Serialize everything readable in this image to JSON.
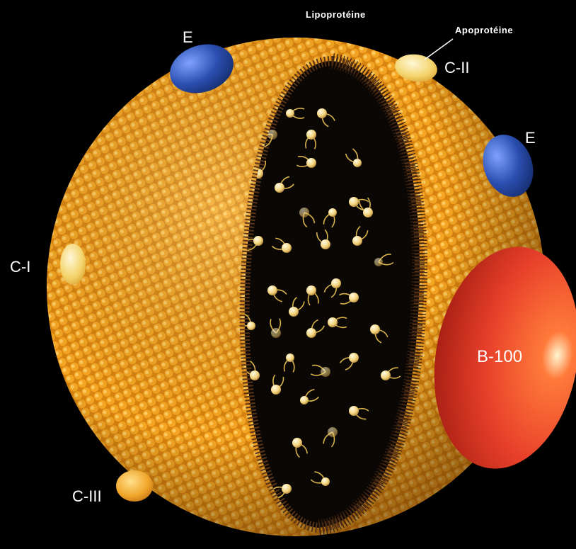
{
  "title": "Lipoprotéine",
  "callout": "Apoprotéine",
  "apoproteins": {
    "e_top": "E",
    "c2": "C-II",
    "e_right": "E",
    "c1": "C-I",
    "b100": "B-100",
    "c3": "C-III"
  },
  "colors": {
    "background": "#000000",
    "shell": "#f2a21a",
    "shell_dark": "#c9760a",
    "core": "#0b0704",
    "apo_e": "#2b4fb0",
    "apo_b100": "#e8402a",
    "apo_c": "#f3d36a",
    "label": "#ffffff"
  }
}
